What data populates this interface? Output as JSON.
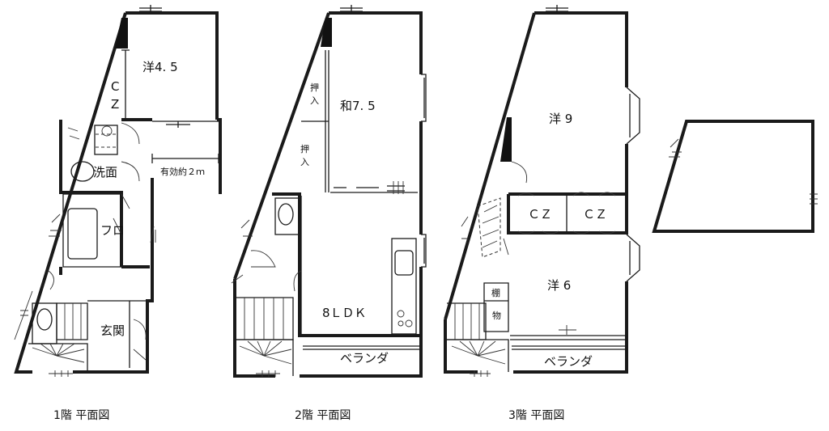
{
  "floor1": {
    "caption": "1階  平面図",
    "room_yo45": "洋4. 5",
    "closet_c": "C",
    "closet_z": "Z",
    "washroom": "洗面",
    "bath": "フロ",
    "entrance": "玄関",
    "width_note": "有効約２ｍ"
  },
  "floor2": {
    "caption": "2階  平面図",
    "room_wa75": "和7. 5",
    "oshiire": "押入",
    "ldk": "8ＬＤＫ",
    "veranda": "ベランダ"
  },
  "floor3": {
    "caption": "3階  平面図",
    "room_yo9": "洋  9",
    "room_yo6": "洋 6",
    "cz": "ＣＺ",
    "storage_top": "棚",
    "storage_bottom": "物",
    "veranda": "ベランダ"
  }
}
